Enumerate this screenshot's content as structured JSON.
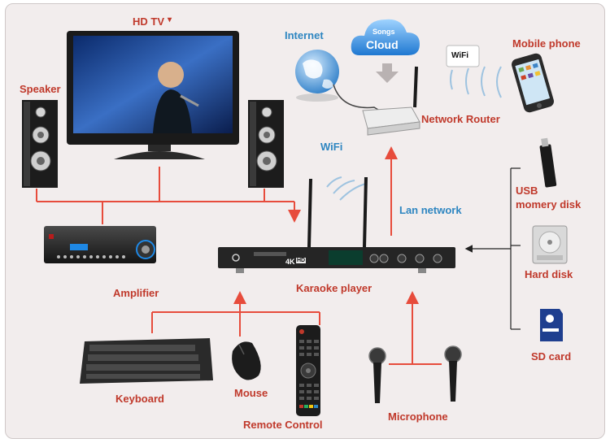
{
  "labels": {
    "hd_tv": "HD TV",
    "speaker": "Speaker",
    "internet": "Internet",
    "cloud_top": "Songs",
    "cloud_main": "Cloud",
    "wifi_badge": "WiFi",
    "mobile_phone": "Mobile phone",
    "network_router": "Network Router",
    "wifi": "WiFi",
    "lan_network": "Lan network",
    "usb_line1": "USB",
    "usb_line2": "momery disk",
    "hard_disk": "Hard disk",
    "sd_card": "SD card",
    "amplifier": "Amplifier",
    "karaoke_player": "Karaoke player",
    "keyboard": "Keyboard",
    "mouse": "Mouse",
    "remote_control": "Remote Control",
    "microphone": "Microphone",
    "player_badge": "4K",
    "player_badge_hd": "HD"
  },
  "colors": {
    "connector_red": "#e74c3c",
    "label_red": "#c0392b",
    "label_blue": "#2e86c1",
    "device_dark": "#2b2b2b",
    "panel_bg": "#f2eded"
  }
}
